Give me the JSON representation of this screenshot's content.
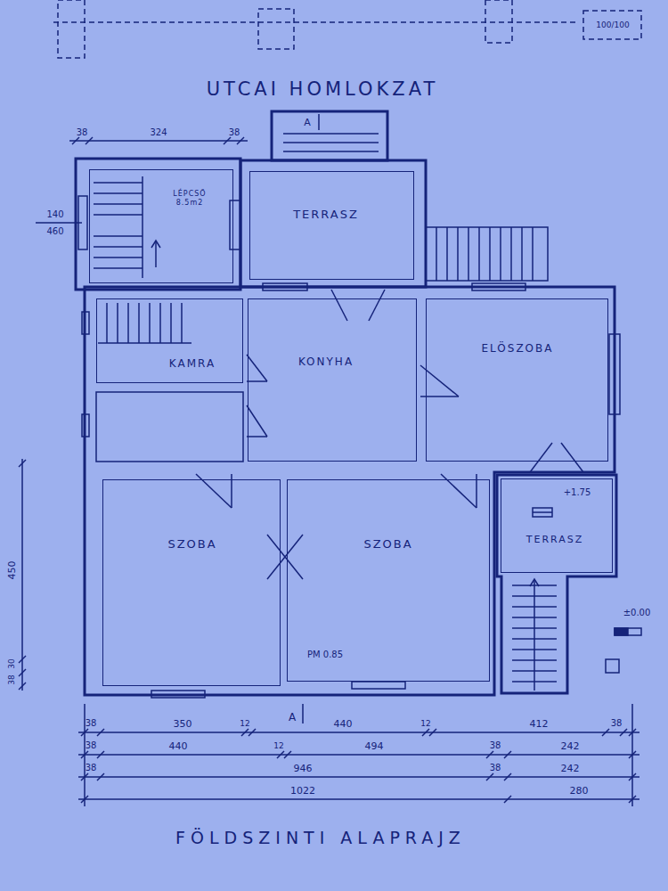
{
  "diagram": {
    "title": "UTCAI HOMLOKZAT",
    "caption": "FÖLDSZINTI ALAPRAJZ",
    "nodes": [
      {
        "text": [
          "LÉPCSŐ",
          "8.5m2"
        ]
      },
      {
        "text": [
          "TERRASZ"
        ]
      },
      {
        "text": [
          "KAMRA"
        ]
      },
      {
        "text": [
          "KONYHA"
        ]
      },
      {
        "text": [
          "ELÖSZOBA"
        ]
      },
      {
        "text": [
          "SZOBA"
        ]
      },
      {
        "text": [
          "SZOBA"
        ]
      },
      {
        "text": [
          "TERRASZ"
        ]
      }
    ],
    "labels": [
      "38",
      "324",
      "38",
      "140",
      "460",
      "100/100",
      "A",
      "+1.75",
      "PM 0.85",
      "±0.00",
      "450",
      "30",
      "38",
      "A",
      "38",
      "350",
      "12",
      "440",
      "12",
      "412",
      "38",
      "38",
      "440",
      "12",
      "494",
      "38",
      "242",
      "38",
      "946",
      "38",
      "242",
      "1022",
      "280"
    ]
  }
}
